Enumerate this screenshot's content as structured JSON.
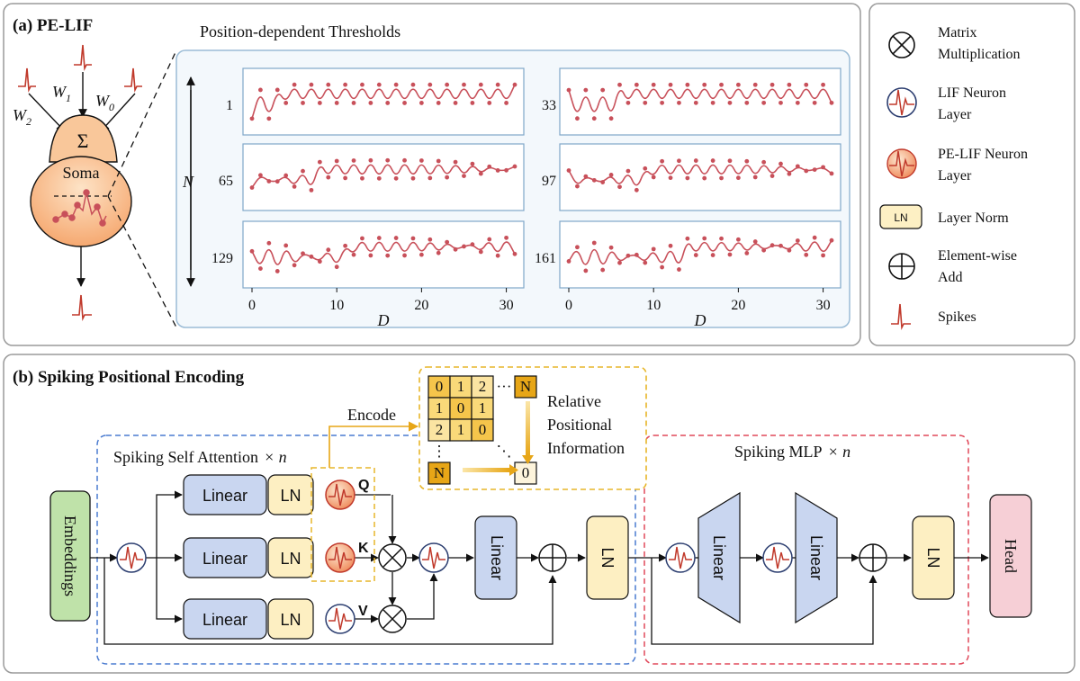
{
  "panel_a": {
    "title": "(a) PE-LIF",
    "weights": [
      "W",
      "W",
      "W"
    ],
    "weight_subs": [
      "2",
      "1",
      "0"
    ],
    "sigma": "Σ",
    "soma": "Soma"
  },
  "thresholds": {
    "title": "Position-dependent Thresholds",
    "row_labels_left": [
      "1",
      "65",
      "129"
    ],
    "row_labels_right": [
      "33",
      "97",
      "161"
    ],
    "n_axis": "N",
    "d_axis": "D",
    "x_ticks": [
      "0",
      "10",
      "20",
      "30"
    ]
  },
  "legend": {
    "items": [
      {
        "icon": "matrix-multiplication-icon",
        "lines": [
          "Matrix",
          "Multiplication"
        ]
      },
      {
        "icon": "lif-neuron-icon",
        "lines": [
          "LIF Neuron",
          "Layer"
        ]
      },
      {
        "icon": "pe-lif-neuron-icon",
        "lines": [
          "PE-LIF Neuron",
          "Layer"
        ]
      },
      {
        "icon": "layer-norm-icon",
        "lines": [
          "Layer Norm"
        ],
        "box_label": "LN"
      },
      {
        "icon": "element-wise-add-icon",
        "lines": [
          "Element-wise",
          "Add"
        ]
      },
      {
        "icon": "spike-icon",
        "lines": [
          "Spikes"
        ]
      }
    ]
  },
  "panel_b": {
    "title": "(b) Spiking Positional Encoding",
    "ssa_label": "Spiking Self Attention",
    "times_n": "× n",
    "mlp_label": "Spiking MLP",
    "encode": "Encode",
    "matrix": {
      "rows": [
        [
          "0",
          "1",
          "2",
          "···",
          "N"
        ],
        [
          "1",
          "0",
          "1",
          "",
          ""
        ],
        [
          "2",
          "1",
          "0",
          "",
          ""
        ],
        [
          "⋮",
          "",
          "",
          "⋱",
          ""
        ],
        [
          "N",
          "",
          "",
          "",
          "0"
        ]
      ],
      "caption": [
        "Relative",
        "Positional",
        "Information"
      ]
    },
    "embeddings": "Embeddings",
    "linear": "Linear",
    "ln": "LN",
    "qkv": [
      "Q",
      "K",
      "V"
    ],
    "head": "Head"
  }
}
